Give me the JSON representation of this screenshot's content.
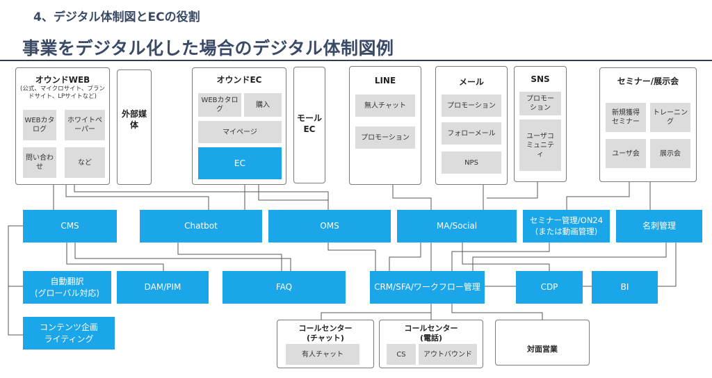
{
  "header": {
    "section_title": "4、デジタル体制図とECの役割",
    "main_title": "事業をデジタル化した場合のデジタル体制図例"
  },
  "owned_web": {
    "title": "オウンドWEB",
    "note": "(公式、マイクロサイト、ブランドサイト、LPサイトなど)",
    "items": [
      "WEBカタログ",
      "ホワイトペーパー",
      "問い合わせ",
      "など"
    ]
  },
  "external_media": {
    "title": "外部媒体"
  },
  "owned_ec": {
    "title": "オウンドEC",
    "items": [
      "WEBカタログ",
      "購入",
      "マイページ",
      "EC"
    ]
  },
  "mall_ec": {
    "title": "モールEC"
  },
  "line": {
    "title": "LINE",
    "items": [
      "無人チャット",
      "プロモーション"
    ]
  },
  "mail": {
    "title": "メール",
    "items": [
      "プロモーション",
      "フォローメール",
      "NPS"
    ]
  },
  "sns": {
    "title": "SNS",
    "items": [
      "プロモーション",
      "ユーザコミュニティ"
    ]
  },
  "seminar": {
    "title": "セミナー/展示会",
    "items": [
      "新規獲得セミナー",
      "トレーニング",
      "ユーザ会",
      "展示会"
    ]
  },
  "systems": {
    "cms": "CMS",
    "chatbot": "Chatbot",
    "oms": "OMS",
    "ma_social": "MA/Social",
    "seminar_mgmt": "セミナー管理/ON24\n(または動画管理)",
    "card_mgmt": "名刺管理",
    "auto_translate": "自動翻訳\n(グローバル対応)",
    "dam_pim": "DAM/PIM",
    "faq": "FAQ",
    "crm": "CRM/SFA/ワークフロー管理",
    "cdp": "CDP",
    "bi": "BI",
    "content_writing": "コンテンツ企画\nライティング"
  },
  "call_center_chat": {
    "title": "コールセンター\n(チャット)",
    "items": [
      "有人チャット"
    ]
  },
  "call_center_phone": {
    "title": "コールセンター\n(電話)",
    "items": [
      "CS",
      "アウトバウンド"
    ]
  },
  "face_to_face": {
    "title": "対面営業"
  },
  "colors": {
    "accent_blue": "#1aa6e8",
    "gray_box": "#dcdcdc",
    "title_navy": "#3a4a66"
  }
}
